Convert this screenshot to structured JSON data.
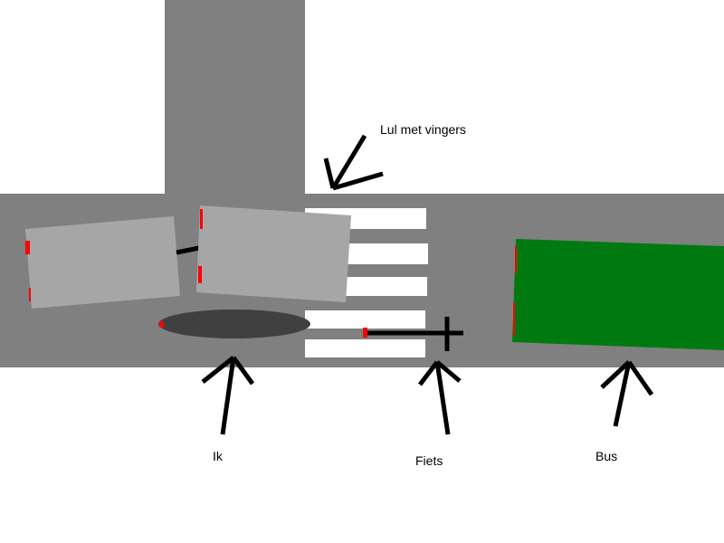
{
  "labels": {
    "pointer": "Lul met vingers",
    "me": "Ik",
    "bike": "Fiets",
    "bus": "Bus"
  },
  "colors": {
    "road": "#808080",
    "car": "#a6a6a6",
    "shadow": "#404040",
    "bus": "#007a10",
    "light": "#ff0000",
    "crosswalk": "#ffffff"
  }
}
